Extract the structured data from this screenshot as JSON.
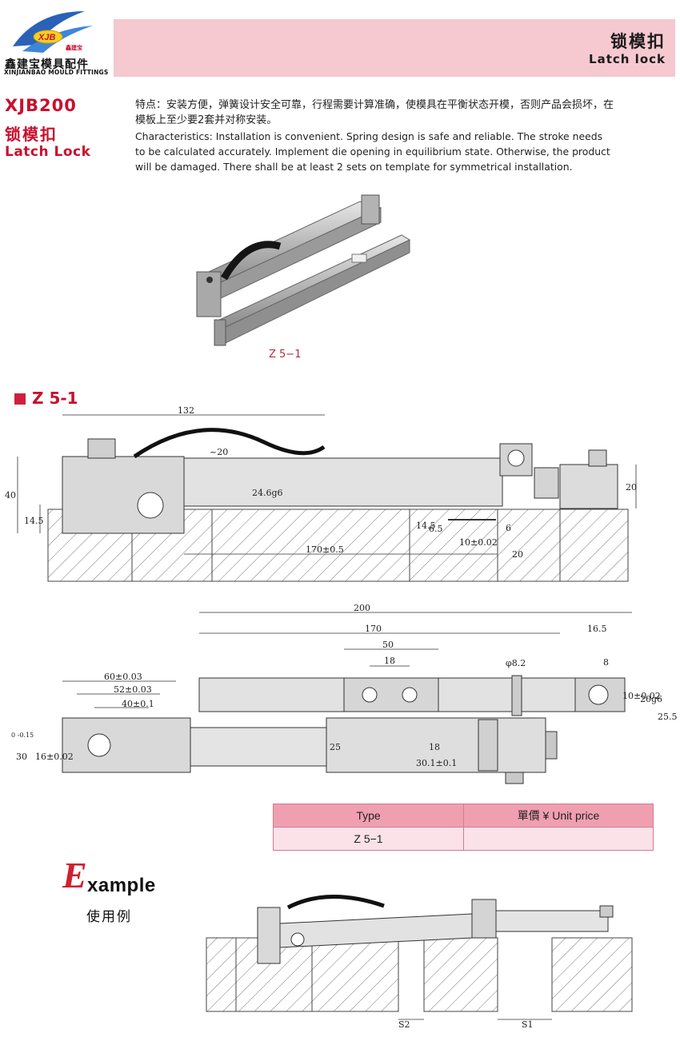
{
  "header": {
    "title_cn": "锁模扣",
    "title_en": "Latch lock"
  },
  "logo": {
    "mark": "XJB",
    "mark_cn": "鑫建宝",
    "brand_cn": "鑫建宝模具配件",
    "brand_en": "XINJIANBAO MOULD FITTINGS"
  },
  "product": {
    "code": "XJB200",
    "name_cn": "锁模扣",
    "name_en": "Latch Lock"
  },
  "description": {
    "cn": "特点：安装方便，弹簧设计安全可靠，行程需要计算准确，使模具在平衡状态开模，否则产品会损坏，在模板上至少要2套并对称安装。",
    "en": "Characteristics: Installation is convenient. Spring design is safe and reliable. The stroke needs to be calculated accurately. Implement die opening in equilibrium state. Otherwise, the product will be damaged. There shall be at least 2 sets on template for symmetrical installation."
  },
  "photo_caption": "Z 5−1",
  "section_label": "Z 5-1",
  "dims_side": {
    "d132": "132",
    "d20a": "~20",
    "d246": "24.6g6",
    "d40": "40",
    "d145": "14.5",
    "d170": "170±0.5",
    "d145b": "14.5",
    "d65": "6.5",
    "d10": "10±0.02",
    "d6": "6",
    "d20b": "20",
    "d20c": "20"
  },
  "dims_top": {
    "d200": "200",
    "d170": "170",
    "d165": "16.5",
    "d50": "50",
    "d18": "18",
    "d82": "φ8.2",
    "d8": "8",
    "d60": "60±0.03",
    "d52": "52±0.03",
    "d40": "40±0.1",
    "d10": "10±0.02",
    "d20g6": "20g6",
    "d255": "25.5",
    "d30": "30",
    "d30tol": "0 -0.15",
    "d16": "16±0.02",
    "d25": "25",
    "d301": "30.1±0.1",
    "d18b": "18"
  },
  "table": {
    "headers": [
      "Type",
      "單價 ¥ Unit price"
    ],
    "rows": [
      [
        "Z 5−1",
        ""
      ]
    ]
  },
  "example": {
    "e_letter": "E",
    "rest": "xample",
    "cn": "使用例",
    "s1": "S1",
    "s2": "S2"
  }
}
